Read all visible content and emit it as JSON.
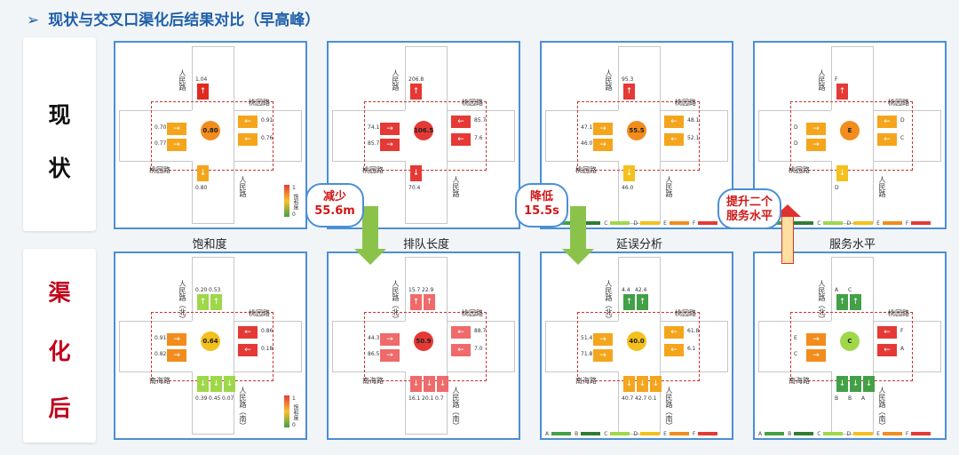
{
  "title": "现状与交叉口渠化后结果对比（早高峰）",
  "title_marker": "➢",
  "rows": [
    {
      "chars": [
        "现",
        "状"
      ],
      "color": "#111111"
    },
    {
      "chars": [
        "渠",
        "化",
        "后"
      ],
      "color": "#c0001a"
    }
  ],
  "captions": [
    "饱和度",
    "排队长度",
    "延误分析",
    "服务水平"
  ],
  "callouts": [
    {
      "line1": "减少",
      "line2": "55.6m"
    },
    {
      "line1": "降低",
      "line2": "15.5s"
    },
    {
      "line1": "提升二个",
      "line2": "服务水平"
    }
  ],
  "panels": [
    {
      "center": "0.80",
      "center_color": "#f28c1c",
      "n": [
        "1.04"
      ],
      "s": [
        "0.80"
      ],
      "e": [
        "0.91",
        "0.76"
      ],
      "w": [
        "0.70",
        "0.77"
      ],
      "n_color": "#e02a20",
      "s_color": "#f4a51c",
      "e_color": "#f4a51c",
      "w_color": "#f4a51c",
      "road_n": "人民路",
      "road_e": "桃园路",
      "road_w": "桃园路",
      "road_s": "人民路"
    },
    {
      "center": "106.5",
      "center_color": "#e53935",
      "n": [
        "206.8"
      ],
      "s": [
        "70.4"
      ],
      "e": [
        "85.7",
        "7.6"
      ],
      "w": [
        "74.1",
        "85.7"
      ],
      "n_color": "#e53935",
      "s_color": "#e53935",
      "e_color": "#e53935",
      "w_color": "#e53935",
      "road_n": "人民路",
      "road_e": "桃园路",
      "road_w": "桃园路",
      "road_s": "人民路"
    },
    {
      "center": "55.5",
      "center_color": "#f28c1c",
      "n": [
        "95.3"
      ],
      "s": [
        "46.0"
      ],
      "e": [
        "48.1",
        "52.1"
      ],
      "w": [
        "47.1",
        "46.0"
      ],
      "n_color": "#e53935",
      "s_color": "#f4c01c",
      "e_color": "#f4a51c",
      "w_color": "#f4a51c",
      "road_n": "人民路",
      "road_e": "桃园路",
      "road_w": "桃园路",
      "road_s": "人民路"
    },
    {
      "center": "E",
      "center_color": "#f28c1c",
      "n": [
        "F"
      ],
      "s": [
        "D"
      ],
      "e": [
        "D",
        "C"
      ],
      "w": [
        "D",
        "D"
      ],
      "n_color": "#e53935",
      "s_color": "#f4c01c",
      "e_color": "#f4a51c",
      "w_color": "#f4a51c",
      "road_n": "人民路",
      "road_e": "桃园路",
      "road_w": "桃园路",
      "road_s": "人民路"
    },
    {
      "center": "0.64",
      "center_color": "#f4c01c",
      "n": [
        "0.20",
        "0.53"
      ],
      "s": [
        "0.39",
        "0.45",
        "0.07"
      ],
      "e": [
        "0.86",
        "0.18"
      ],
      "w": [
        "0.91",
        "0.82"
      ],
      "n_color": "#9ed84a",
      "s_color": "#9ed84a",
      "e_color": "#e53935",
      "w_color": "#f28c1c",
      "road_n": "人民路（北）",
      "road_e": "桃园路",
      "road_w": "南海路",
      "road_s": "人民路（南）"
    },
    {
      "center": "50.9",
      "center_color": "#e53935",
      "n": [
        "15.7",
        "22.9"
      ],
      "s": [
        "16.1",
        "20.1",
        "0.7"
      ],
      "e": [
        "88.7",
        "7.0"
      ],
      "w": [
        "44.3",
        "86.5"
      ],
      "n_color": "#ef6a6a",
      "s_color": "#ef6a6a",
      "e_color": "#ef6a6a",
      "w_color": "#ef6a6a",
      "road_n": "人民路（北）",
      "road_e": "桃园路",
      "road_w": "南海路",
      "road_s": "人民路（南）"
    },
    {
      "center": "40.0",
      "center_color": "#f4c01c",
      "n": [
        "4.4",
        "42.4"
      ],
      "s": [
        "40.7",
        "42.7",
        "0.1"
      ],
      "e": [
        "61.8",
        "6.1"
      ],
      "w": [
        "51.4",
        "71.8"
      ],
      "n_color": "#43a047",
      "s_color": "#f4a51c",
      "e_color": "#f4a51c",
      "w_color": "#f4a51c",
      "road_n": "人民路（北）",
      "road_e": "桃园路",
      "road_w": "南海路",
      "road_s": "人民路（南）"
    },
    {
      "center": "C",
      "center_color": "#9ed84a",
      "n": [
        "A",
        "C"
      ],
      "s": [
        "B",
        "B",
        "A"
      ],
      "e": [
        "F",
        "A"
      ],
      "w": [
        "E",
        "C"
      ],
      "n_color": "#43a047",
      "s_color": "#43a047",
      "e_color": "#e53935",
      "w_color": "#f28c1c",
      "road_n": "人民路（北）",
      "road_e": "桃园路",
      "road_w": "南海路",
      "road_s": "人民路（南）"
    }
  ],
  "scale": {
    "top": "1",
    "label": "饱和度",
    "label2": "饱和度",
    "bottom": "0"
  },
  "legend": [
    "A",
    "B",
    "C",
    "D",
    "E",
    "F"
  ],
  "legend_colors": [
    "#43a047",
    "#2e7d32",
    "#9ed84a",
    "#f4c01c",
    "#f28c1c",
    "#e53935"
  ]
}
